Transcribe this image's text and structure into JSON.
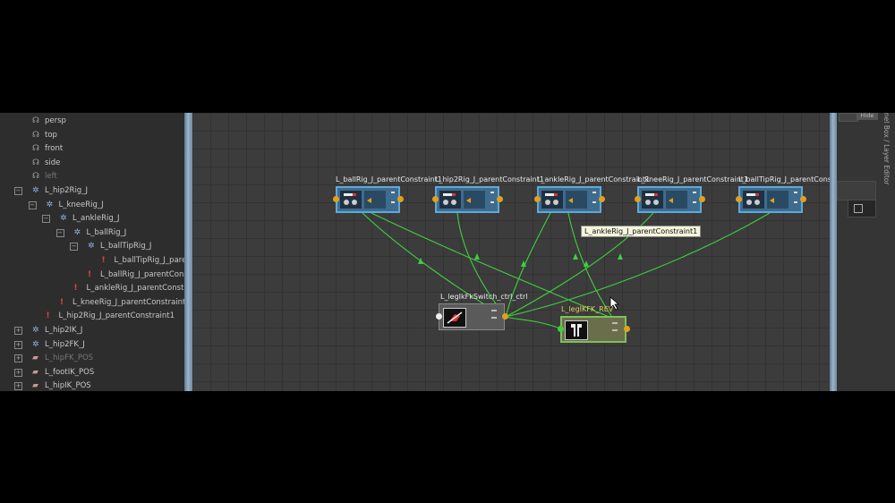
{
  "outliner": {
    "items": [
      {
        "label": "persp",
        "icon": "camera-icon",
        "indent": 0,
        "dim": false
      },
      {
        "label": "top",
        "icon": "camera-icon",
        "indent": 0,
        "dim": false
      },
      {
        "label": "front",
        "icon": "camera-icon",
        "indent": 0,
        "dim": false
      },
      {
        "label": "side",
        "icon": "camera-icon",
        "indent": 0,
        "dim": false
      },
      {
        "label": "left",
        "icon": "camera-icon",
        "indent": 0,
        "dim": true
      },
      {
        "label": "L_hip2Rig_J",
        "icon": "joint-icon",
        "indent": 0,
        "exp": "-"
      },
      {
        "label": "L_kneeRig_J",
        "icon": "joint-icon",
        "indent": 1,
        "exp": "-"
      },
      {
        "label": "L_ankleRig_J",
        "icon": "joint-icon",
        "indent": 2,
        "exp": "-"
      },
      {
        "label": "L_ballRig_J",
        "icon": "joint-icon",
        "indent": 3,
        "exp": "-"
      },
      {
        "label": "L_ballTipRig_J",
        "icon": "joint-icon",
        "indent": 4,
        "exp": "-"
      },
      {
        "label": "L_ballTipRig_J_paren",
        "icon": "warning-icon",
        "indent": 5
      },
      {
        "label": "L_ballRig_J_parentConst",
        "icon": "warning-icon",
        "indent": 4
      },
      {
        "label": "L_ankleRig_J_parentConstrai",
        "icon": "warning-icon",
        "indent": 3
      },
      {
        "label": "L_kneeRig_J_parentConstraint1",
        "icon": "warning-icon",
        "indent": 2
      },
      {
        "label": "L_hip2Rig_J_parentConstraint1",
        "icon": "warning-icon",
        "indent": 1
      },
      {
        "label": "L_hip2IK_J",
        "icon": "joint-icon",
        "indent": 0,
        "exp": "+"
      },
      {
        "label": "L_hip2FK_J",
        "icon": "joint-icon",
        "indent": 0,
        "exp": "+"
      },
      {
        "label": "L_hipFK_POS",
        "icon": "pos-icon",
        "indent": 0,
        "exp": "+",
        "dim": true
      },
      {
        "label": "L_footIK_POS",
        "icon": "pos-icon",
        "indent": 0,
        "exp": "+"
      },
      {
        "label": "L_hipIK_POS",
        "icon": "pos-icon",
        "indent": 0,
        "exp": "+"
      }
    ]
  },
  "graph": {
    "constraint_nodes": [
      {
        "label": "L_ballRig_J_parentConstraint1"
      },
      {
        "label": "L_hip2Rig_J_parentConstraint1"
      },
      {
        "label": "L_ankleRig_J_parentConstraint1"
      },
      {
        "label": "L_kneeRig_J_parentConstraint1"
      },
      {
        "label": "L_ballTipRig_J_parentCons"
      }
    ],
    "switch_node": {
      "label": "L_legIkFkSwitch_ctrl_ctrl"
    },
    "reverse_node": {
      "label": "L_legIKFK_REV"
    },
    "tooltip": "L_ankleRig_J_parentConstraint1"
  },
  "right_panel": {
    "top_label": "Hide",
    "vtab": "nel Box / Layer Editor"
  },
  "colors": {
    "node_blue": "#3e6c8f",
    "node_green": "#6b6e4a",
    "wire": "#3fcf3f",
    "port": "#e0a21c"
  }
}
